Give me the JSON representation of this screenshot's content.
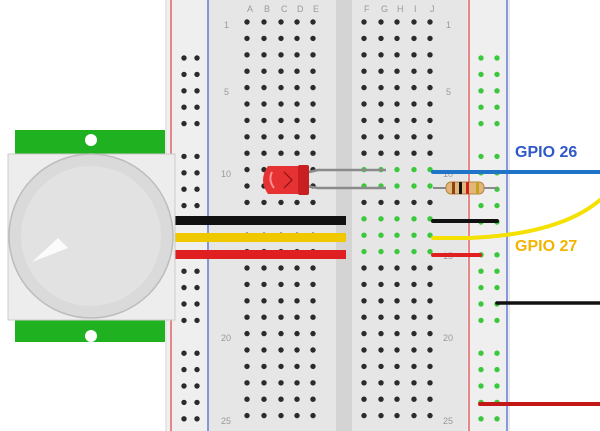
{
  "breadboard": {
    "column_letters_left": [
      "A",
      "B",
      "C",
      "D",
      "E"
    ],
    "column_letters_right": [
      "F",
      "G",
      "H",
      "I",
      "J"
    ],
    "row_numbers": [
      "1",
      "5",
      "10",
      "15",
      "20",
      "25"
    ]
  },
  "labels": {
    "gpio_26": "GPIO 26",
    "gpio_27": "GPIO 27"
  },
  "colors": {
    "gpio_26": "#2f58c8",
    "gpio_27": "#f2b400",
    "wire_blue": "#1f74c8",
    "wire_yellow": "#f4e100",
    "wire_black": "#111111",
    "wire_red": "#e02020",
    "pir_green": "#1fb11f",
    "led_red": "#e63232",
    "rail_red": "#e04040",
    "rail_blue": "#4060d0"
  },
  "components": {
    "pir_sensor": "pir-motion-sensor",
    "led": "red-led",
    "resistor": "resistor"
  }
}
